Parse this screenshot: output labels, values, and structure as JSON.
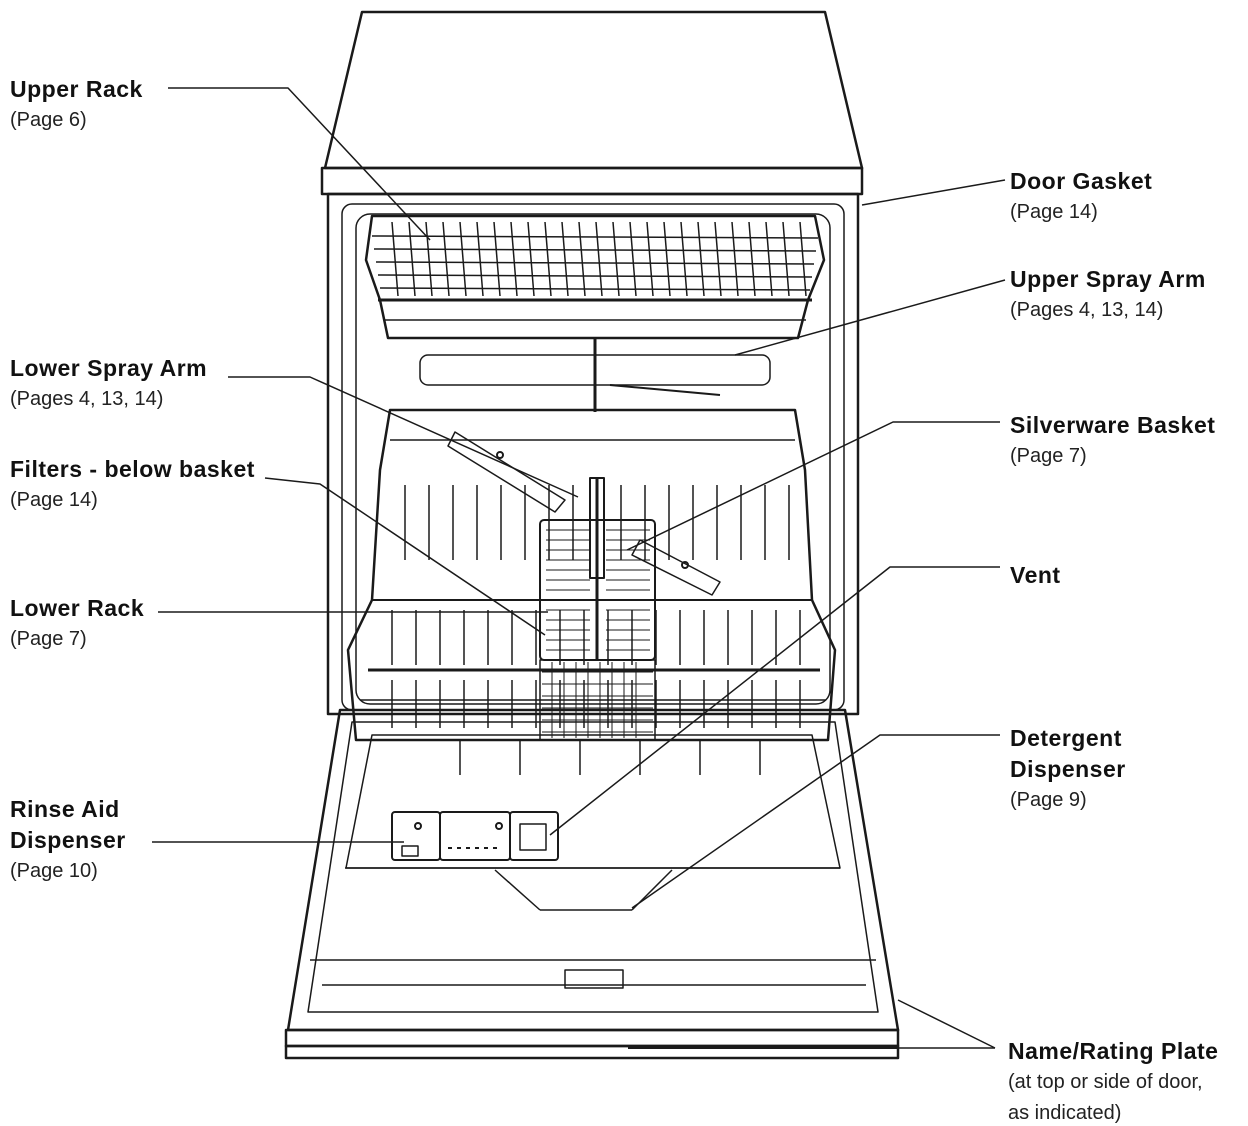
{
  "labels": {
    "upper_rack": {
      "name": "Upper Rack",
      "ref": "(Page 6)"
    },
    "door_gasket": {
      "name": "Door Gasket",
      "ref": "(Page 14)"
    },
    "upper_spray_arm": {
      "name": "Upper Spray Arm",
      "ref": "(Pages 4, 13, 14)"
    },
    "lower_spray_arm": {
      "name": "Lower Spray Arm",
      "ref": "(Pages 4, 13, 14)"
    },
    "silverware_basket": {
      "name": "Silverware Basket",
      "ref": "(Page 7)"
    },
    "filters": {
      "name": "Filters - below basket",
      "ref": "(Page 14)"
    },
    "vent": {
      "name": "Vent"
    },
    "lower_rack": {
      "name": "Lower Rack",
      "ref": "(Page 7)"
    },
    "detergent_dispenser": {
      "name": "Detergent\nDispenser",
      "ref": "(Page 9)"
    },
    "rinse_aid_dispenser": {
      "name": "Rinse Aid\nDispenser",
      "ref": "(Page 10)"
    },
    "name_rating_plate": {
      "name": "Name/Rating Plate",
      "ref": "(at top or side of door,\nas indicated)"
    }
  },
  "colors": {
    "line": "#1a1a1a",
    "text": "#111111",
    "background": "#ffffff"
  }
}
